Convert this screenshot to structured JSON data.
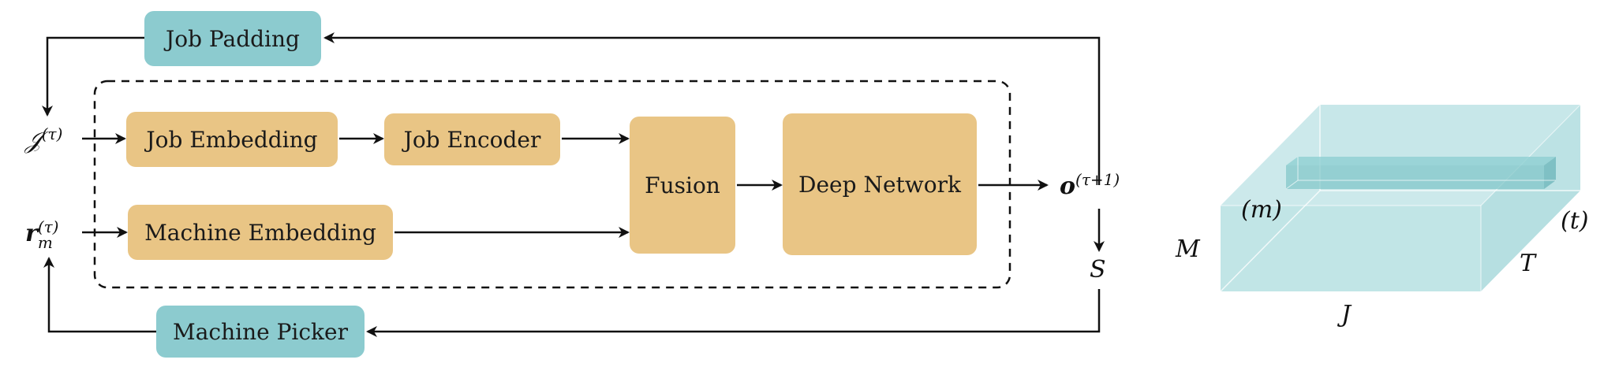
{
  "boxes": {
    "job_padding": "Job Padding",
    "machine_picker": "Machine Picker",
    "job_embedding": "Job Embedding",
    "job_encoder": "Job Encoder",
    "machine_embedding": "Machine Embedding",
    "fusion": "Fusion",
    "deep_network": "Deep Network"
  },
  "math": {
    "job_set": "𝒥",
    "tau_sup": "(τ)",
    "machine_vec": "r",
    "machine_sub": "m",
    "output_vec": "o",
    "output_sup": "(τ+1)",
    "schedule": "S"
  },
  "tensor": {
    "m_index": "(m)",
    "t_index": "(t)",
    "M": "M",
    "J": "J",
    "T": "T"
  },
  "colors": {
    "orange_box": "#e9c585",
    "teal_box": "#8ccbcf",
    "tensor_face": "#b6e0e2"
  }
}
